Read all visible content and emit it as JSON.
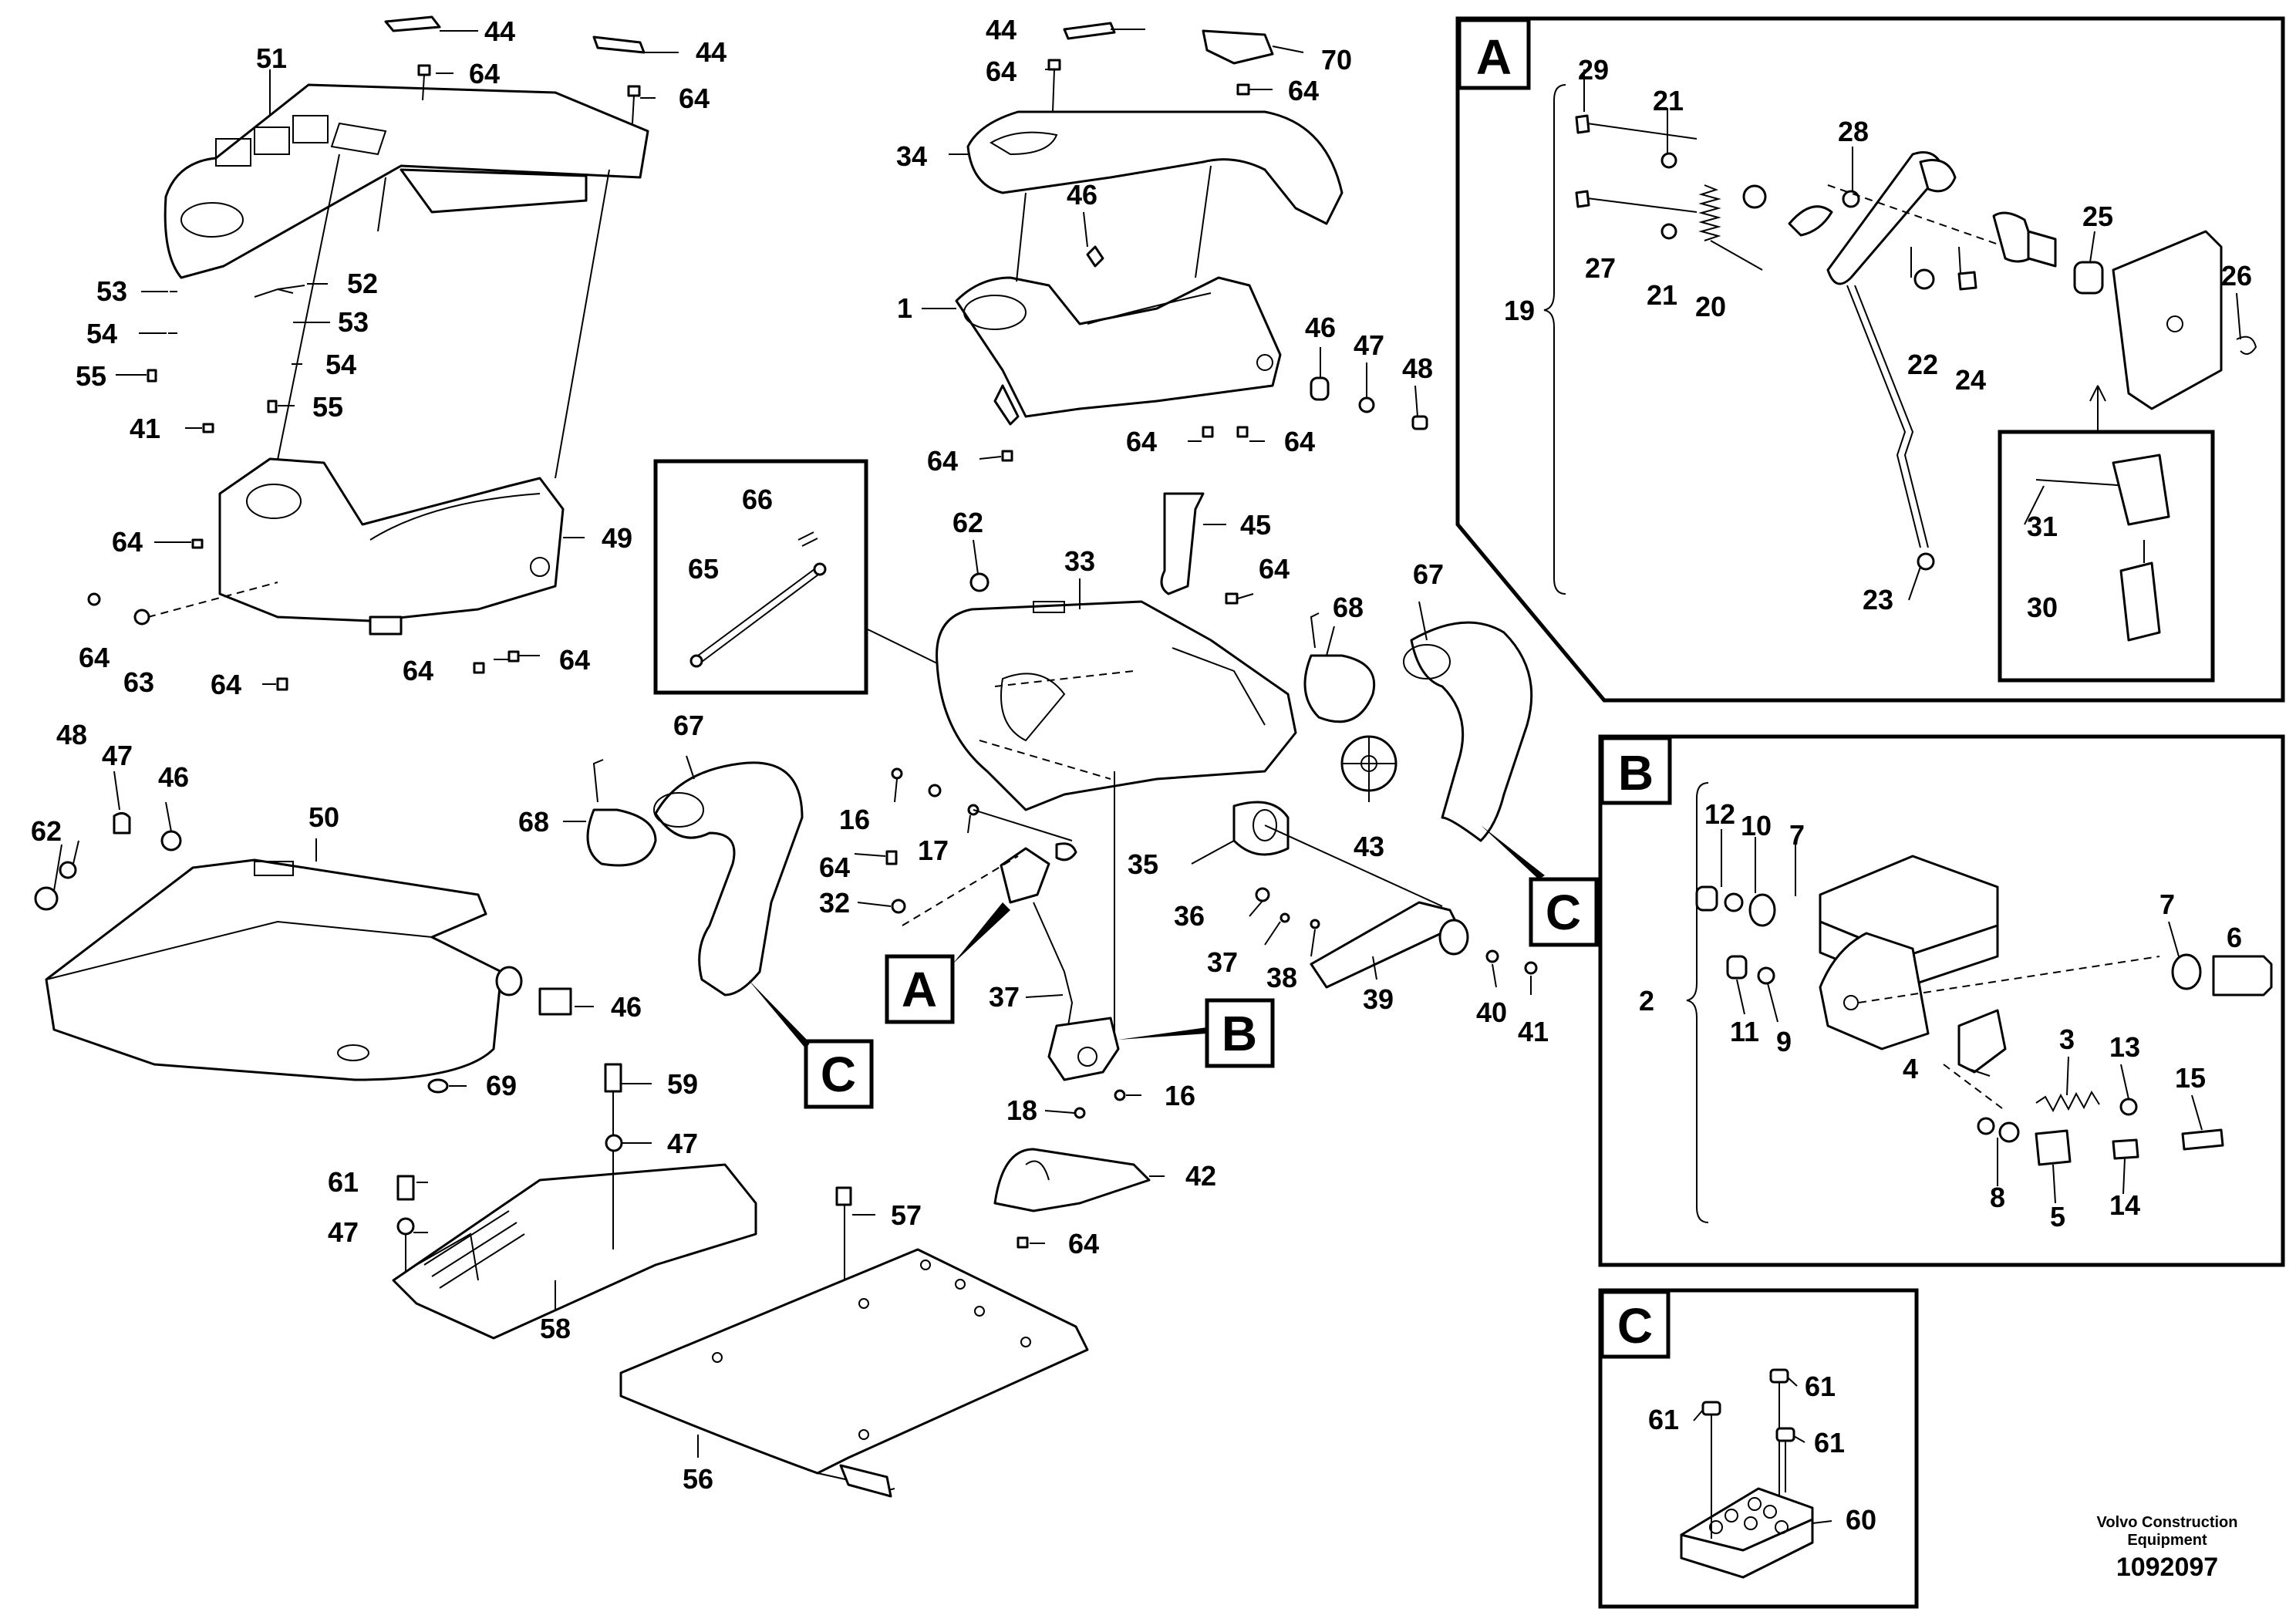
{
  "credit": {
    "line1": "Volvo Construction",
    "line2": "Equipment",
    "number": "1092097"
  },
  "detail_letters": {
    "a": "A",
    "b": "B",
    "c": "C"
  },
  "labels": [
    {
      "id": "l44a",
      "text": "44"
    },
    {
      "id": "l44b",
      "text": "44"
    },
    {
      "id": "l44c",
      "text": "44"
    },
    {
      "id": "l51",
      "text": "51"
    },
    {
      "id": "l64a",
      "text": "64"
    },
    {
      "id": "l64b",
      "text": "64"
    },
    {
      "id": "l53a",
      "text": "53"
    },
    {
      "id": "l52",
      "text": "52"
    },
    {
      "id": "l54a",
      "text": "54"
    },
    {
      "id": "l53b",
      "text": "53"
    },
    {
      "id": "l55a",
      "text": "55"
    },
    {
      "id": "l54b",
      "text": "54"
    },
    {
      "id": "l55b",
      "text": "55"
    },
    {
      "id": "l41a",
      "text": "41"
    },
    {
      "id": "l64c",
      "text": "64"
    },
    {
      "id": "l49",
      "text": "49"
    },
    {
      "id": "l64d",
      "text": "64"
    },
    {
      "id": "l63",
      "text": "63"
    },
    {
      "id": "l64e",
      "text": "64"
    },
    {
      "id": "l64f",
      "text": "64"
    },
    {
      "id": "l64g",
      "text": "64"
    },
    {
      "id": "l70",
      "text": "70"
    },
    {
      "id": "l64h",
      "text": "64"
    },
    {
      "id": "l64i",
      "text": "64"
    },
    {
      "id": "l34",
      "text": "34"
    },
    {
      "id": "l46a",
      "text": "46"
    },
    {
      "id": "l1",
      "text": "1"
    },
    {
      "id": "l46b",
      "text": "46"
    },
    {
      "id": "l47a",
      "text": "47"
    },
    {
      "id": "l48a",
      "text": "48"
    },
    {
      "id": "l64j",
      "text": "64"
    },
    {
      "id": "l64k",
      "text": "64"
    },
    {
      "id": "l64l",
      "text": "64"
    },
    {
      "id": "l66",
      "text": "66"
    },
    {
      "id": "l65",
      "text": "65"
    },
    {
      "id": "l62a",
      "text": "62"
    },
    {
      "id": "l33",
      "text": "33"
    },
    {
      "id": "l45",
      "text": "45"
    },
    {
      "id": "l64m",
      "text": "64"
    },
    {
      "id": "l68a",
      "text": "68"
    },
    {
      "id": "l67a",
      "text": "67"
    },
    {
      "id": "l48b",
      "text": "48"
    },
    {
      "id": "l47b",
      "text": "47"
    },
    {
      "id": "l46c",
      "text": "46"
    },
    {
      "id": "l62b",
      "text": "62"
    },
    {
      "id": "l50",
      "text": "50"
    },
    {
      "id": "l67b",
      "text": "67"
    },
    {
      "id": "l68b",
      "text": "68"
    },
    {
      "id": "l16a",
      "text": "16"
    },
    {
      "id": "l17",
      "text": "17"
    },
    {
      "id": "l64n",
      "text": "64"
    },
    {
      "id": "l32",
      "text": "32"
    },
    {
      "id": "l35",
      "text": "35"
    },
    {
      "id": "l43",
      "text": "43"
    },
    {
      "id": "l36",
      "text": "36"
    },
    {
      "id": "l37a",
      "text": "37"
    },
    {
      "id": "l38",
      "text": "38"
    },
    {
      "id": "l39",
      "text": "39"
    },
    {
      "id": "l40",
      "text": "40"
    },
    {
      "id": "l41b",
      "text": "41"
    },
    {
      "id": "l46d",
      "text": "46"
    },
    {
      "id": "l69",
      "text": "69"
    },
    {
      "id": "l37b",
      "text": "37"
    },
    {
      "id": "l18",
      "text": "18"
    },
    {
      "id": "l16b",
      "text": "16"
    },
    {
      "id": "l59",
      "text": "59"
    },
    {
      "id": "l47c",
      "text": "47"
    },
    {
      "id": "l61a",
      "text": "61"
    },
    {
      "id": "l47d",
      "text": "47"
    },
    {
      "id": "l42",
      "text": "42"
    },
    {
      "id": "l57",
      "text": "57"
    },
    {
      "id": "l64o",
      "text": "64"
    },
    {
      "id": "l58",
      "text": "58"
    },
    {
      "id": "l56",
      "text": "56"
    },
    {
      "id": "l29",
      "text": "29"
    },
    {
      "id": "l21a",
      "text": "21"
    },
    {
      "id": "l28",
      "text": "28"
    },
    {
      "id": "l25",
      "text": "25"
    },
    {
      "id": "l26",
      "text": "26"
    },
    {
      "id": "l19",
      "text": "19"
    },
    {
      "id": "l27",
      "text": "27"
    },
    {
      "id": "l21b",
      "text": "21"
    },
    {
      "id": "l20",
      "text": "20"
    },
    {
      "id": "l22",
      "text": "22"
    },
    {
      "id": "l24",
      "text": "24"
    },
    {
      "id": "l31",
      "text": "31"
    },
    {
      "id": "l23",
      "text": "23"
    },
    {
      "id": "l30",
      "text": "30"
    },
    {
      "id": "l12",
      "text": "12"
    },
    {
      "id": "l10",
      "text": "10"
    },
    {
      "id": "l7a",
      "text": "7"
    },
    {
      "id": "l7b",
      "text": "7"
    },
    {
      "id": "l6",
      "text": "6"
    },
    {
      "id": "l2",
      "text": "2"
    },
    {
      "id": "l11",
      "text": "11"
    },
    {
      "id": "l9",
      "text": "9"
    },
    {
      "id": "l3",
      "text": "3"
    },
    {
      "id": "l13",
      "text": "13"
    },
    {
      "id": "l4",
      "text": "4"
    },
    {
      "id": "l15",
      "text": "15"
    },
    {
      "id": "l8",
      "text": "8"
    },
    {
      "id": "l5",
      "text": "5"
    },
    {
      "id": "l14",
      "text": "14"
    },
    {
      "id": "l61b",
      "text": "61"
    },
    {
      "id": "l61c",
      "text": "61"
    },
    {
      "id": "l61d",
      "text": "61"
    },
    {
      "id": "l60",
      "text": "60"
    }
  ]
}
